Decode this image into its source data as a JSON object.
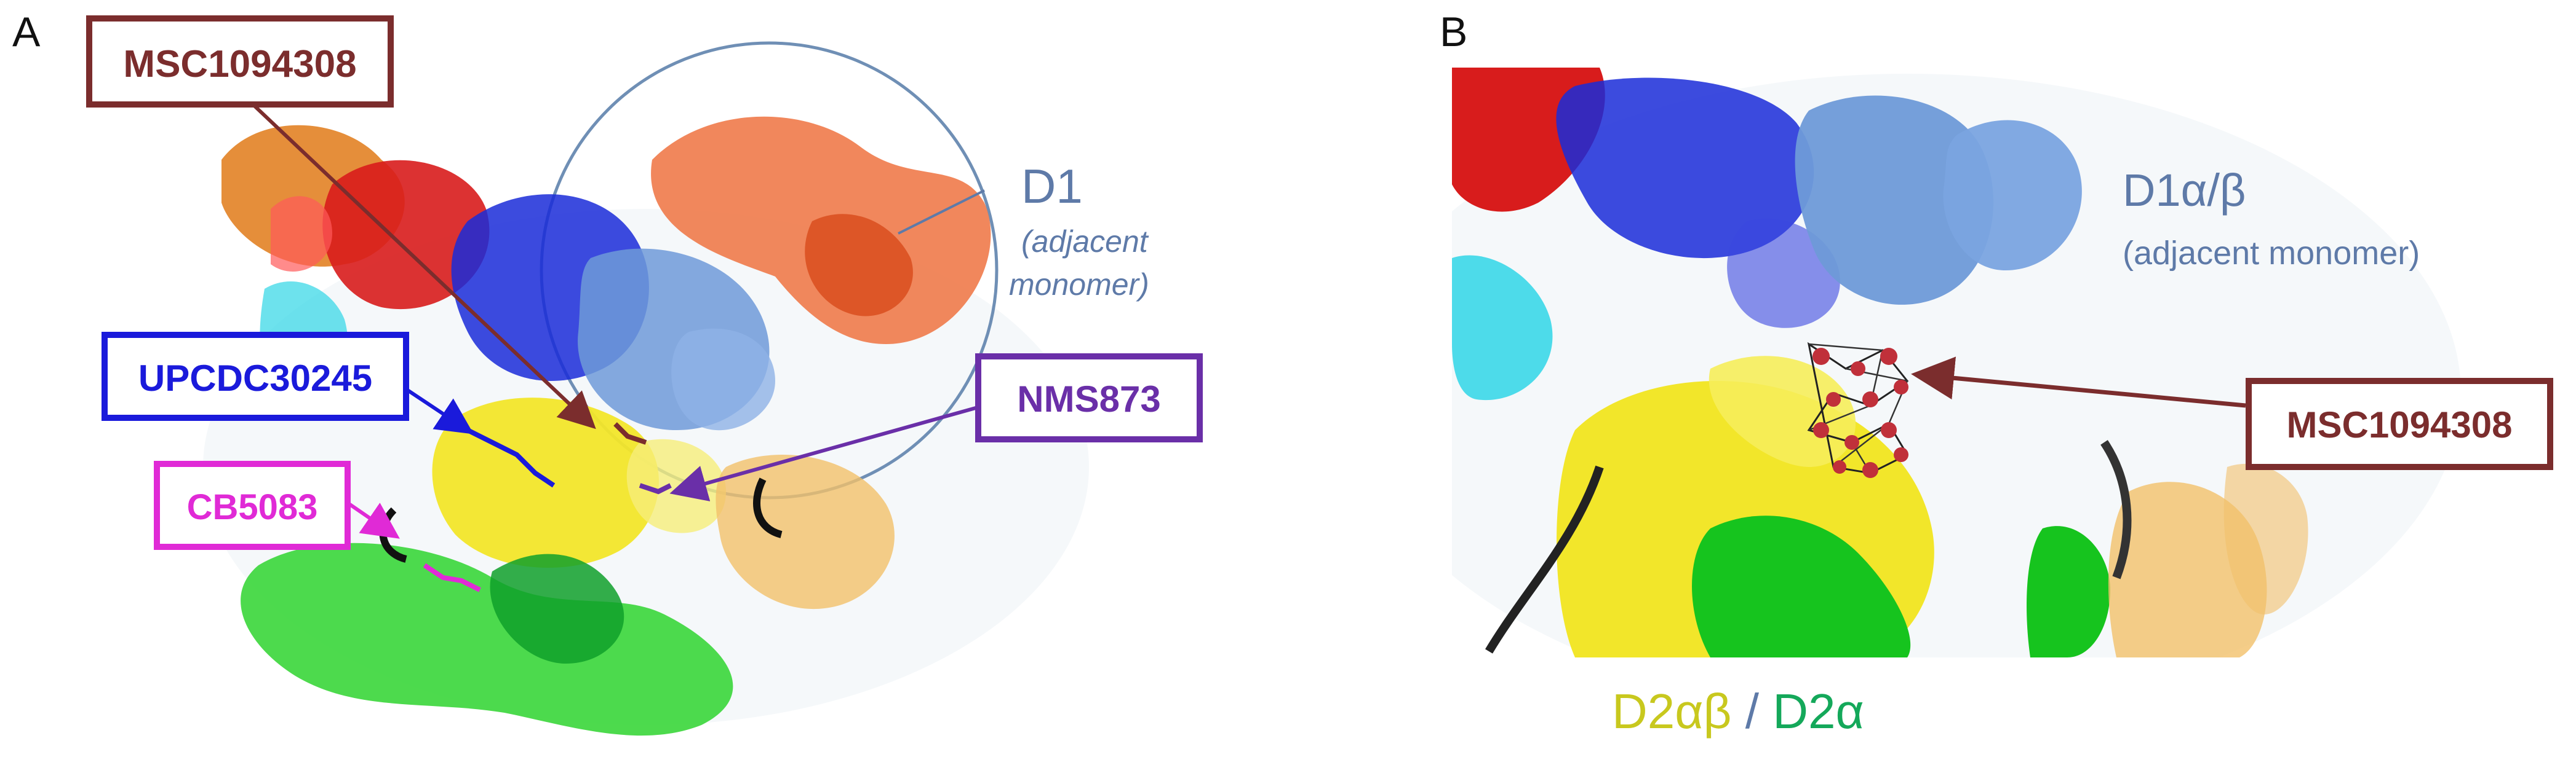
{
  "panels": {
    "a": {
      "letter": "A",
      "callouts": {
        "msc": "MSC1094308",
        "upcdc": "UPCDC30245",
        "cb": "CB5083",
        "nms": "NMS873"
      },
      "d1_label": "D1",
      "d1_note_line1": "(adjacent",
      "d1_note_line2": "monomer)"
    },
    "b": {
      "letter": "B",
      "d1_label": "D1α/β",
      "d1_note": "(adjacent monomer)",
      "callout": "MSC1094308",
      "d2_part1": "D2αβ",
      "d2_sep": "/",
      "d2_part2": "D2α"
    }
  },
  "colors": {
    "msc": "#7b2d2d",
    "upcdc": "#1a1adb",
    "cb": "#e02ad6",
    "nms": "#6a2fa8",
    "d1_text": "#5e7aa8",
    "d2_yellow": "#c8c81e",
    "d2_green": "#14a85a"
  }
}
